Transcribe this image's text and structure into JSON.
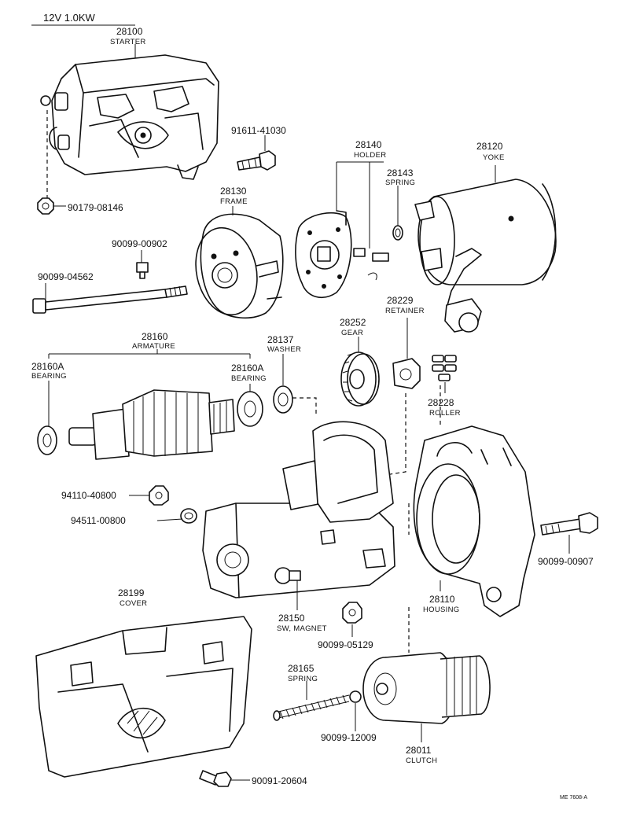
{
  "header": "12V 1.0KW",
  "reference": "ME 7608-A",
  "callouts": [
    {
      "id": "starter",
      "number": "28100",
      "name": "STARTER"
    },
    {
      "id": "bolt-top",
      "number": "91611-41030",
      "name": ""
    },
    {
      "id": "holder",
      "number": "28140",
      "name": "HOLDER"
    },
    {
      "id": "yoke",
      "number": "28120",
      "name": "YOKE"
    },
    {
      "id": "spring-brush",
      "number": "28143",
      "name": "SPRING"
    },
    {
      "id": "frame",
      "number": "28130",
      "name": "FRAME"
    },
    {
      "id": "nut-starter",
      "number": "90179-08146",
      "name": ""
    },
    {
      "id": "screw-frame",
      "number": "90099-00902",
      "name": ""
    },
    {
      "id": "through-bolt",
      "number": "90099-04562",
      "name": ""
    },
    {
      "id": "retainer",
      "number": "28229",
      "name": "RETAINER"
    },
    {
      "id": "gear",
      "number": "28252",
      "name": "GEAR"
    },
    {
      "id": "washer",
      "number": "28137",
      "name": "WASHER"
    },
    {
      "id": "armature",
      "number": "28160",
      "name": "ARMATURE"
    },
    {
      "id": "bearing-left",
      "number": "28160A",
      "name": "BEARING"
    },
    {
      "id": "bearing-right",
      "number": "28160A",
      "name": "BEARING"
    },
    {
      "id": "roller",
      "number": "28228",
      "name": "ROLLER"
    },
    {
      "id": "nut-magnet",
      "number": "94110-40800",
      "name": ""
    },
    {
      "id": "lockwasher",
      "number": "94511-00800",
      "name": ""
    },
    {
      "id": "bolt-housing",
      "number": "90099-00907",
      "name": ""
    },
    {
      "id": "housing",
      "number": "28110",
      "name": "HOUSING"
    },
    {
      "id": "cover",
      "number": "28199",
      "name": "COVER"
    },
    {
      "id": "magnet-switch",
      "number": "28150",
      "name": "SW, MAGNET"
    },
    {
      "id": "nut-terminal",
      "number": "90099-05129",
      "name": ""
    },
    {
      "id": "spring-clutch",
      "number": "28165",
      "name": "SPRING"
    },
    {
      "id": "ball",
      "number": "90099-12009",
      "name": ""
    },
    {
      "id": "clutch",
      "number": "28011",
      "name": "CLUTCH"
    },
    {
      "id": "screw-cover",
      "number": "90091-20604",
      "name": ""
    }
  ]
}
